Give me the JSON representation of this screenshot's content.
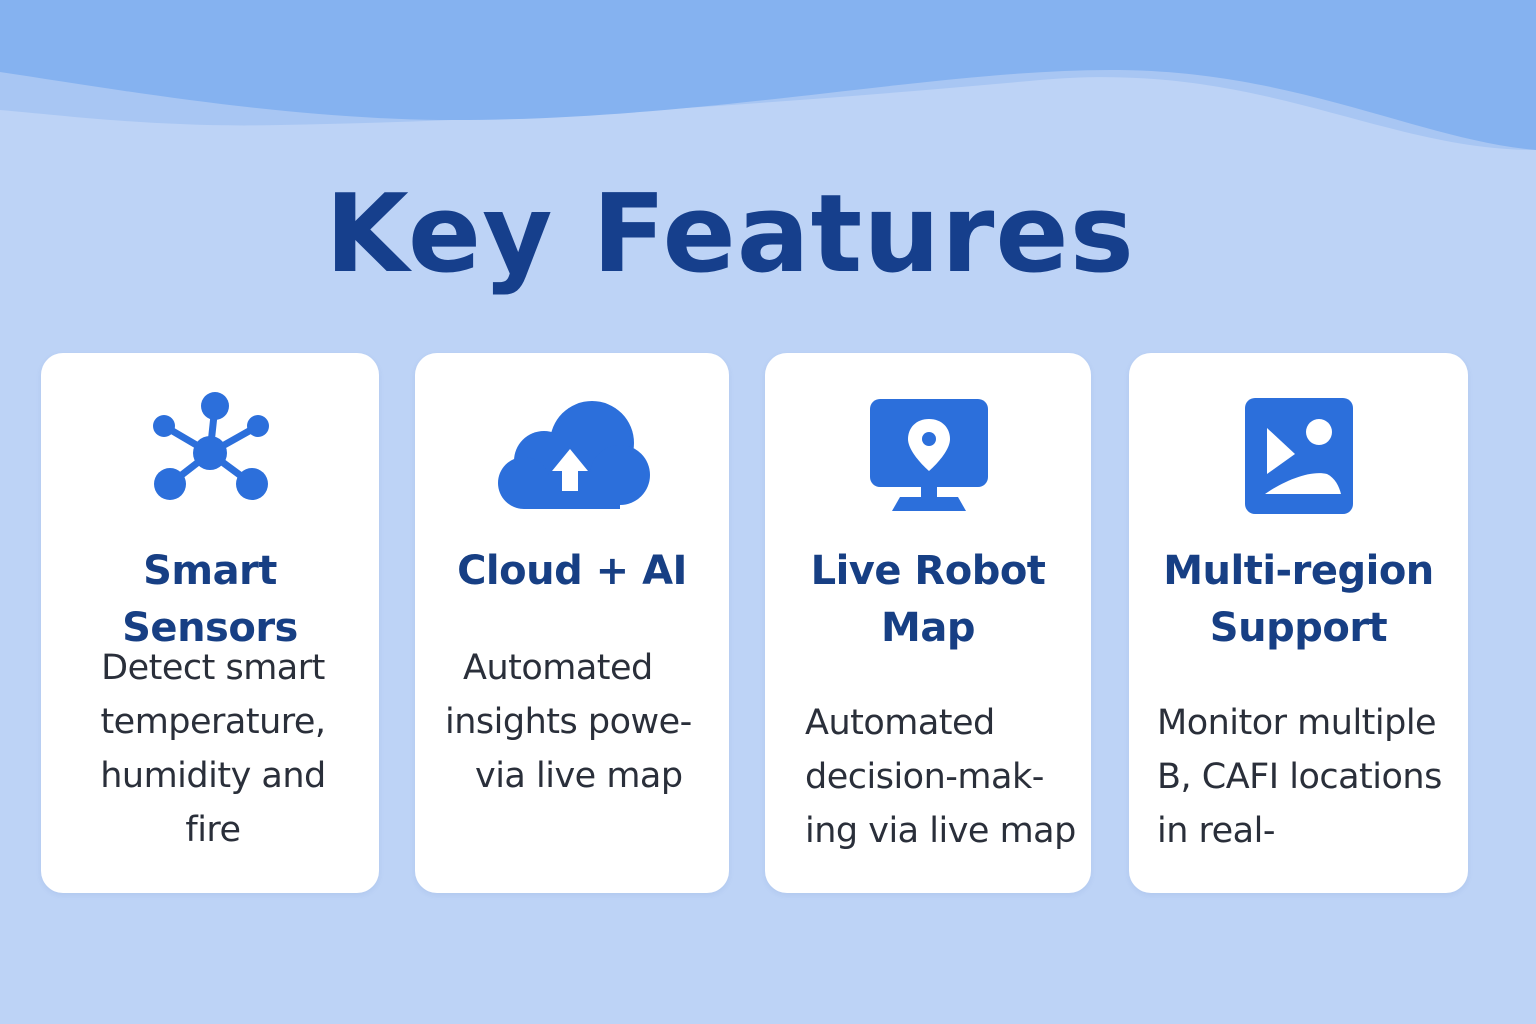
{
  "theme": {
    "background": "#bdd3f6",
    "wave_color": "#85b2f0",
    "title_color": "#163f8c",
    "icon_color": "#2c6fdb",
    "card_background": "#ffffff"
  },
  "page": {
    "title": "Key Features"
  },
  "cards": [
    {
      "icon": "sensor-network-icon",
      "title_lines": [
        "Smart Sensors"
      ],
      "desc_lines": [
        "Detect smart",
        "temperature,",
        "humidity and",
        "fire"
      ]
    },
    {
      "icon": "cloud-upload-icon",
      "title_lines": [
        "Cloud + AI"
      ],
      "desc_lines": [
        "Automated",
        "insights powe-",
        "via live map"
      ]
    },
    {
      "icon": "monitor-location-pin-icon",
      "title_lines": [
        "Live Robot",
        "Map"
      ],
      "desc_lines": [
        "Automated",
        "decision-mak-",
        "ing via live map"
      ]
    },
    {
      "icon": "image-landscape-icon",
      "title_lines": [
        "Multi-region",
        "Support"
      ],
      "desc_lines": [
        "Monitor multiple",
        "B, CAFI locations",
        "in real-"
      ]
    }
  ]
}
